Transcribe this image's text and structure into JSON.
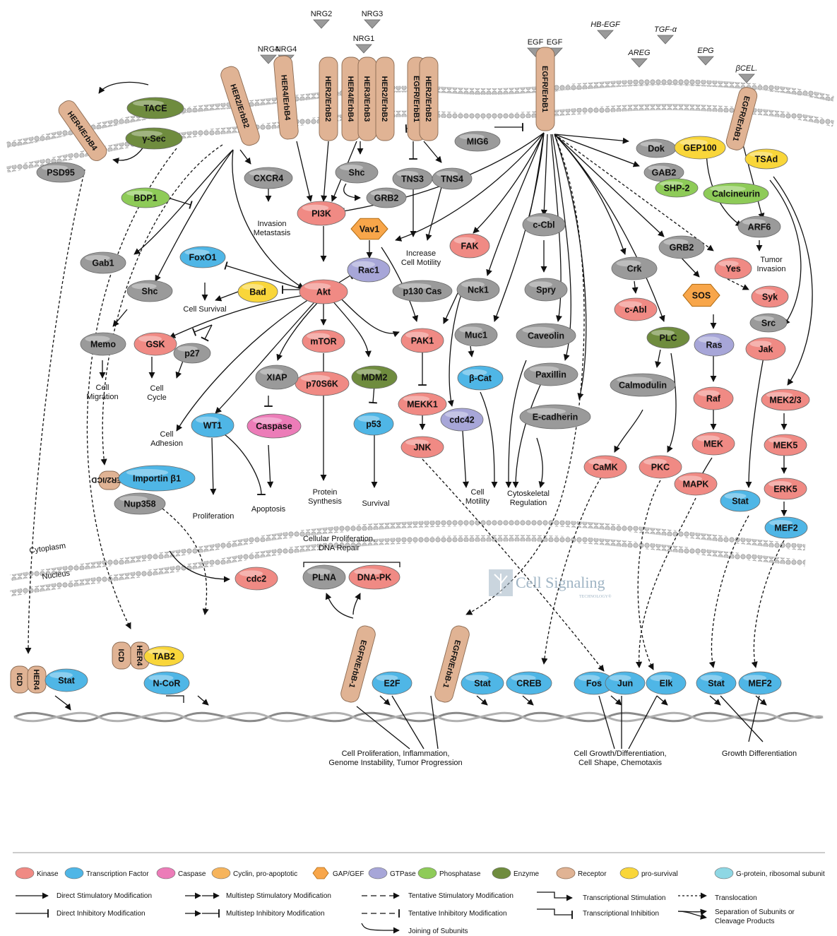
{
  "colors": {
    "kinase": "#f08a84",
    "transcription": "#4fb6e6",
    "caspase": "#ec7cb8",
    "cyclin": "#f6b45c",
    "gapgef": "#f8a64a",
    "gtpase": "#a7a6d8",
    "phosphatase": "#8ecb58",
    "enzyme": "#6f8c3e",
    "receptor": "#e0b394",
    "prosurvival": "#f9d63a",
    "gprotein": "#8ed7e4",
    "other": "#9a9a9a"
  },
  "ligands": [
    "NRG2",
    "NRG3",
    "NRG1",
    "NRG4",
    "NRG4",
    "EGF",
    "EGF",
    "HB-EGF",
    "TGF-α",
    "AREG",
    "EPG",
    "βCEL."
  ],
  "receptors": [
    "HER4/ErbB4",
    "HER2/ErbB2",
    "HER4/ErbB4",
    "HER2/ErbB2",
    "HER4/ErbB4",
    "HER3/ErbB3",
    "HER2/ErbB2",
    "EGFR/ErbB1",
    "HER2/ErbB2",
    "EGFR/ErbB1",
    "EGFR/ErbB1",
    "HER2/ICD",
    "EGFR/ErbB-1",
    "EGFR/ErbB-1",
    "ICD",
    "HER4",
    "ICD",
    "HER4"
  ],
  "nodes": [
    "TACE",
    "γ-Sec",
    "PSD95",
    "BDP1",
    "CXCR4",
    "Gab1",
    "Shc",
    "Memo",
    "GSK",
    "p27",
    "FoxO1",
    "Bad",
    "Akt",
    "PI3K",
    "Shc",
    "GRB2",
    "Vav1",
    "Rac1",
    "TNS3",
    "TNS4",
    "MIG6",
    "FAK",
    "p130 Cas",
    "Nck1",
    "c-Cbl",
    "Spry",
    "Dok",
    "GAB2",
    "SHP-2",
    "GEP100",
    "TSAd",
    "Calcineurin",
    "ARF6",
    "GRB2",
    "Yes",
    "Crk",
    "c-Abl",
    "SOS",
    "Syk",
    "Src",
    "Jak",
    "Ras",
    "Raf",
    "MEK",
    "MAPK",
    "MEK2/3",
    "MEK5",
    "ERK5",
    "MEF2",
    "Stat",
    "mTOR",
    "p70S6K",
    "MDM2",
    "p53",
    "XIAP",
    "Caspase",
    "WT1",
    "PAK1",
    "MEKK1",
    "JNK",
    "Muc1",
    "β-Cat",
    "cdc42",
    "Caveolin",
    "Paxillin",
    "E-cadherin",
    "PLC",
    "Calmodulin",
    "CaMK",
    "PKC",
    "Importin β1",
    "Nup358",
    "cdc2",
    "PLNA",
    "DNA-PK",
    "TAB2",
    "N-CoR",
    "Stat",
    "E2F",
    "Stat",
    "CREB",
    "Fos",
    "Jun",
    "Elk",
    "Stat",
    "MEF2"
  ],
  "texts": {
    "invasion": [
      "Invasion",
      "Metastasis"
    ],
    "motility": [
      "Increase",
      "Cell Motility"
    ],
    "survival": "Cell Survival",
    "migration": [
      "Cell",
      "Migration"
    ],
    "cycle": [
      "Cell",
      "Cycle"
    ],
    "adhesion": [
      "Cell",
      "Adhesion"
    ],
    "proliferation": "Proliferation",
    "apoptosis": "Apoptosis",
    "protein": [
      "Protein",
      "Synthesis"
    ],
    "survival2": "Survival",
    "cellmotility": [
      "Cell",
      "Motility"
    ],
    "cytoskeletal": [
      "Cytoskeletal",
      "Regulation"
    ],
    "tumor": [
      "Tumor",
      "Invasion"
    ],
    "cellprolif": [
      "Cellular Proliferation,",
      "DNA Repair"
    ],
    "cytoplasm": "Cytoplasm",
    "nucleus": "Nucleus",
    "out1": [
      "Cell Proliferation, Inflammation,",
      "Genome Instability, Tumor Progression"
    ],
    "out2": [
      "Cell Growth/Differentiation,",
      "Cell Shape, Chemotaxis"
    ],
    "out3": "Growth Differentiation",
    "watermark": "Cell Signaling",
    "watermark_sub": "TECHNOLOGY®"
  },
  "legend": {
    "types": [
      "Kinase",
      "Transcription Factor",
      "Caspase",
      "Cyclin, pro-apoptotic",
      "GAP/GEF",
      "GTPase",
      "Phosphatase",
      "Enzyme",
      "Receptor",
      "pro-survival",
      "G-protein, ribosomal subunit"
    ],
    "arrows": [
      "Direct Stimulatory Modification",
      "Direct Inhibitory Modification",
      "Multistep Stimulatory Modification",
      "Multistep Inhibitory Modification",
      "Tentative Stimulatory Modification",
      "Tentative Inhibitory Modification",
      "Joining of Subunits",
      "Transcriptional Stimulation",
      "Transcriptional Inhibition",
      "Translocation",
      "Separation of Subunits or",
      "Cleavage Products"
    ]
  }
}
